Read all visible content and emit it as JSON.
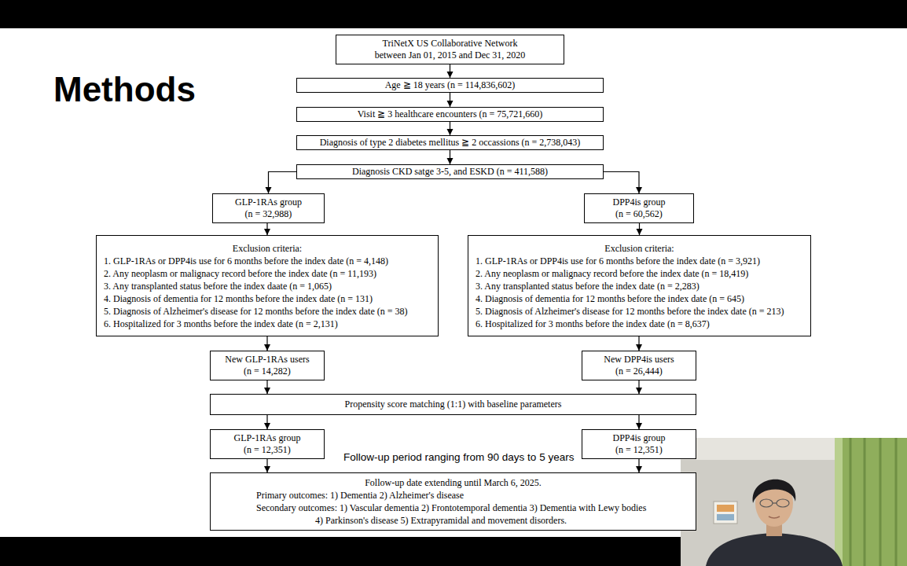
{
  "diagram": {
    "title": "Methods",
    "nodes": [
      {
        "text": [
          "TriNetX US Collaborative Network between Jan 01, 2015 and Dec 31, 2020"
        ]
      },
      {
        "text": [
          "Age ≧ 18 years (n = 114,836,602)"
        ]
      },
      {
        "text": [
          "Visit ≧ 3 healthcare encounters (n = 75,721,660)"
        ]
      },
      {
        "text": [
          "Diagnosis of type 2 diabetes mellitus ≧ 2 occassions (n = 2,738,043)"
        ]
      },
      {
        "text": [
          "Diagnosis CKD satge 3-5, and ESKD (n = 411,588)"
        ]
      },
      {
        "text": [
          "GLP-1RAs group (n = 32,988)"
        ]
      },
      {
        "text": [
          "DPP4is group (n = 60,562)"
        ]
      },
      {
        "text": [
          "Exclusion criteria:",
          "1. GLP-1RAs or DPP4is use for 6 months before the index date (n = 4,148)",
          "2. Any neoplasm or malignacy record before the index date (n = 11,193)",
          "3. Any transplanted status before the index daate (n = 1,065)",
          "4. Diagnosis of dementia for 12 months before the index date (n = 131)",
          "5. Diagnosis of Alzheimer's disease for 12 months before the index date (n = 38)",
          "6. Hospitalized for 3 months before the index date (n = 2,131)"
        ]
      },
      {
        "text": [
          "Exclusion criteria:",
          "1. GLP-1RAs or DPP4is use for 6 months before the index date (n = 3,921)",
          "2. Any neoplasm or malignacy record before the index date (n = 18,419)",
          "3. Any transplanted status before the index date (n = 2,283)",
          "4. Diagnosis of dementia for 12 months before the index date (n = 645)",
          "5. Diagnosis of Alzheimer's disease for 12 months before the index date (n = 213)",
          "6. Hospitalized for 3 months before the index date (n = 8,637)"
        ]
      },
      {
        "text": [
          "New GLP-1RAs users (n = 14,282)"
        ]
      },
      {
        "text": [
          "New DPP4is users (n = 26,444)"
        ]
      },
      {
        "text": [
          "Propensity score matching (1:1) with baseline parameters"
        ]
      },
      {
        "text": [
          "GLP-1RAs group (n = 12,351)"
        ]
      },
      {
        "text": [
          "DPP4is group (n = 12,351)"
        ]
      },
      {
        "text": [
          "Follow-up date extending until March 6, 2025.",
          "Primary outcomes: 1) Dementia 2) Alzheimer's disease",
          "Secondary outcomes: 1) Vascular dementia 2) Frontotemporal dementia 3) Dementia with Lewy bodies 4) Parkinson's disease 5) Extrapyramidal and movement disorders."
        ]
      }
    ],
    "edges": [
      {
        "from": 0,
        "to": 1,
        "arrow": "to"
      },
      {
        "from": 1,
        "to": 2,
        "arrow": "to"
      },
      {
        "from": 2,
        "to": 3,
        "arrow": "to"
      },
      {
        "from": 3,
        "to": 4,
        "arrow": "to"
      },
      {
        "from": 4,
        "to": 5,
        "arrow": "to"
      },
      {
        "from": 4,
        "to": 6,
        "arrow": "to"
      },
      {
        "from": 5,
        "to": 7,
        "arrow": "to"
      },
      {
        "from": 6,
        "to": 8,
        "arrow": "to"
      },
      {
        "from": 7,
        "to": 9,
        "arrow": "to"
      },
      {
        "from": 8,
        "to": 10,
        "arrow": "to"
      },
      {
        "from": 9,
        "to": 11,
        "arrow": "to"
      },
      {
        "from": 10,
        "to": 11,
        "arrow": "to"
      },
      {
        "from": 11,
        "to": 12,
        "arrow": "to"
      },
      {
        "from": 11,
        "to": 13,
        "arrow": "to"
      },
      {
        "from": 12,
        "to": 14,
        "arrow": "to"
      },
      {
        "from": 13,
        "to": 14,
        "arrow": "to"
      }
    ],
    "labels": [
      "Follow-up period ranging from 90 days to 5 years"
    ]
  }
}
